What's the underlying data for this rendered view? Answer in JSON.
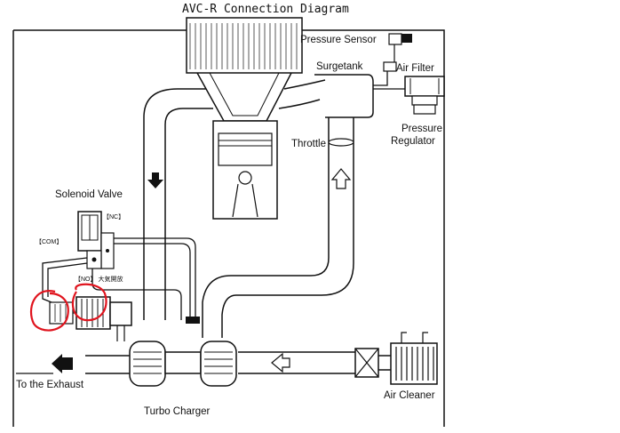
{
  "diagram": {
    "title": "AVC-R Connection Diagram",
    "labels": {
      "pressure_sensor": "Pressure Sensor",
      "surgetank": "Surgetank",
      "air_filter": "Air Filter",
      "pressure_regulator_1": "Pressure",
      "pressure_regulator_2": "Regulator",
      "throttle": "Throttle",
      "solenoid_valve": "Solenoid Valve",
      "nc": "【NC】",
      "com": "【COM】",
      "no": "【NO】 大気開放",
      "to_exhaust": "To the Exhaust",
      "turbo_charger": "Turbo Charger",
      "air_cleaner": "Air Cleaner"
    },
    "highlight_color": "#e0141e",
    "line_color": "#111111"
  }
}
